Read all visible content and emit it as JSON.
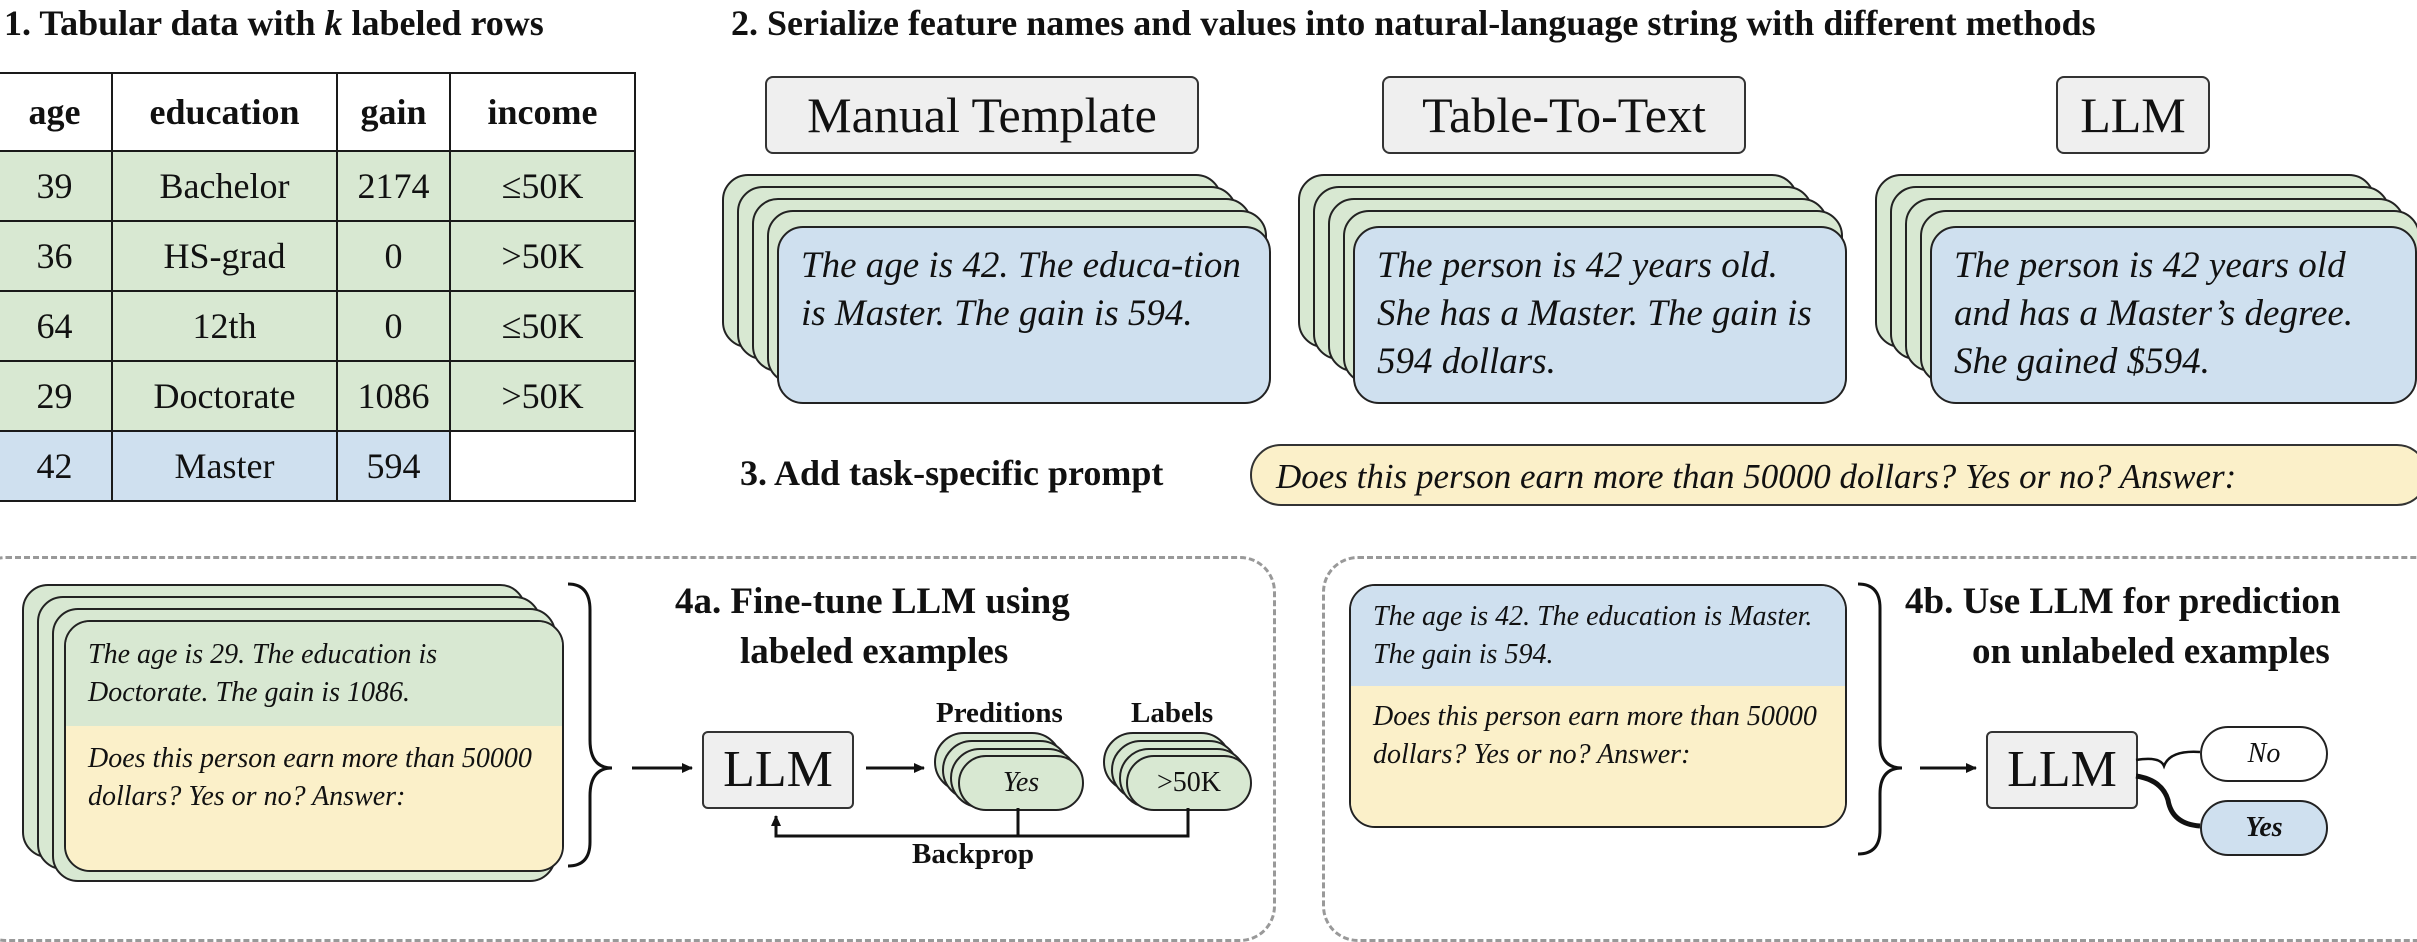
{
  "section1": {
    "number": "1.",
    "title_prefix": "Tabular data with ",
    "title_k": "k",
    "title_suffix": " labeled rows"
  },
  "section2": {
    "title": "2. Serialize feature names and values into natural-language string with different methods"
  },
  "table": {
    "headers": [
      "age",
      "education",
      "gain",
      "income"
    ],
    "rows": [
      [
        "39",
        "Bachelor",
        "2174",
        "≤50K"
      ],
      [
        "36",
        "HS-grad",
        "0",
        ">50K"
      ],
      [
        "64",
        "12th",
        "0",
        "≤50K"
      ],
      [
        "29",
        "Doctorate",
        "1086",
        ">50K"
      ],
      [
        "42",
        "Master",
        "594",
        ""
      ]
    ]
  },
  "methods": [
    {
      "label": "Manual Template",
      "text": "The age is 42. The educa-tion is Master. The gain is 594."
    },
    {
      "label": "Table-To-Text",
      "text": "The person is 42 years old. She has a Master. The gain is 594 dollars."
    },
    {
      "label": "LLM",
      "text": "The person is 42 years old and has a Master’s degree. She gained $594."
    }
  ],
  "section3": {
    "title": "3. Add task-specific prompt",
    "prompt": "Does this person earn more than 50000 dollars? Yes or no? Answer:"
  },
  "section4a": {
    "title_line1": "4a. Fine-tune LLM using",
    "title_line2": "labeled examples",
    "example_serialized": "The age is 29. The education is Doctorate. The gain is 1086.",
    "example_prompt": "Does this person earn more than 50000 dollars? Yes or no? Answer:",
    "llm_label": "LLM",
    "predictions_label": "Preditions",
    "prediction_value": "Yes",
    "labels_label": "Labels",
    "label_value": ">50K",
    "backprop_label": "Backprop"
  },
  "section4b": {
    "title_line1": "4b. Use LLM for prediction",
    "title_line2": "on unlabeled examples",
    "example_serialized": "The age is 42. The education is Master. The gain is 594.",
    "example_prompt": "Does this person earn more than 50000 dollars? Yes or no? Answer:",
    "llm_label": "LLM",
    "output_no": "No",
    "output_yes": "Yes"
  },
  "colors": {
    "labeled_green": "#d8e8d2",
    "unlabeled_blue": "#cfe0ef",
    "prompt_yellow": "#fbf0c9",
    "llm_gray": "#efefef"
  }
}
